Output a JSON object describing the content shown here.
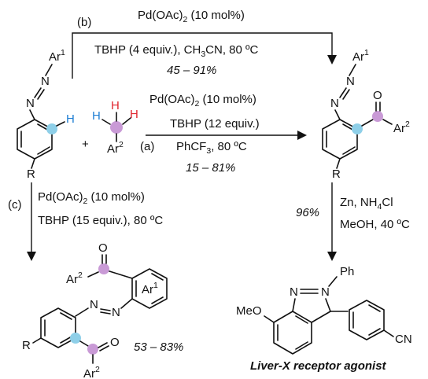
{
  "colors": {
    "blue_dot": "#8ecfe8",
    "purple_dot": "#c99ad6",
    "h_blue": "#1f7fd4",
    "h_red": "#e0262e",
    "ink": "#111111"
  },
  "route_b": {
    "tag": "(b)",
    "catalyst": "Pd(OAc)",
    "catalyst_sub": "2",
    "catalyst_tail": " (10 mol%)",
    "cond_a": "TBHP (4 equiv.), CH",
    "cond_sub1": "3",
    "cond_b": "CN, 80 ºC",
    "yield": "45 – 91%"
  },
  "route_a": {
    "tag": "(a)",
    "catalyst": "Pd(OAc)",
    "catalyst_sub": "2",
    "catalyst_tail": " (10 mol%)",
    "oxidant": "TBHP (12 equiv.)",
    "solvent_a": "PhCF",
    "solvent_sub": "3",
    "solvent_b": ", 80 ºC",
    "yield": "15 – 81%"
  },
  "route_c": {
    "tag": "(c)",
    "catalyst": "Pd(OAc)",
    "catalyst_sub": "2",
    "catalyst_tail": " (10 mol%)",
    "oxidant": "TBHP (15 equiv.), 80 ºC",
    "yield": "53 – 83%"
  },
  "reduction": {
    "yield": "96%",
    "reagent_a": "Zn, NH",
    "reagent_sub": "4",
    "reagent_b": "Cl",
    "conditions": "MeOH, 40 ºC"
  },
  "labels": {
    "ar": "Ar",
    "sup1": "1",
    "sup2": "2",
    "n": "N",
    "h": "H",
    "r": "R",
    "o": "O",
    "plus": "+",
    "ph": "Ph",
    "meo": "MeO",
    "cn": "CN"
  },
  "product_name": "Liver-X receptor agonist"
}
